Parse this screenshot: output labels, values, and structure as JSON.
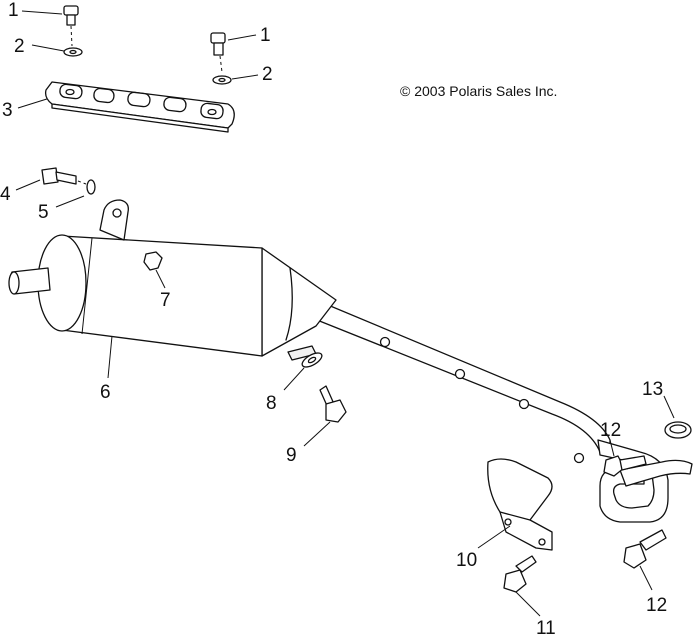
{
  "copyright": "© 2003 Polaris Sales Inc.",
  "callouts": {
    "bolt_top_left": "1",
    "bolt_top_right": "1",
    "washer_top_left": "2",
    "washer_top_right": "2",
    "bracket": "3",
    "bolt_left": "4",
    "washer_left": "5",
    "muffler": "6",
    "nut": "7",
    "grommet": "8",
    "bolt_mid": "9",
    "heat_shield": "10",
    "bolt_bottom": "11",
    "bolt_right_top": "12",
    "bolt_right_bottom": "12",
    "gasket": "13"
  }
}
